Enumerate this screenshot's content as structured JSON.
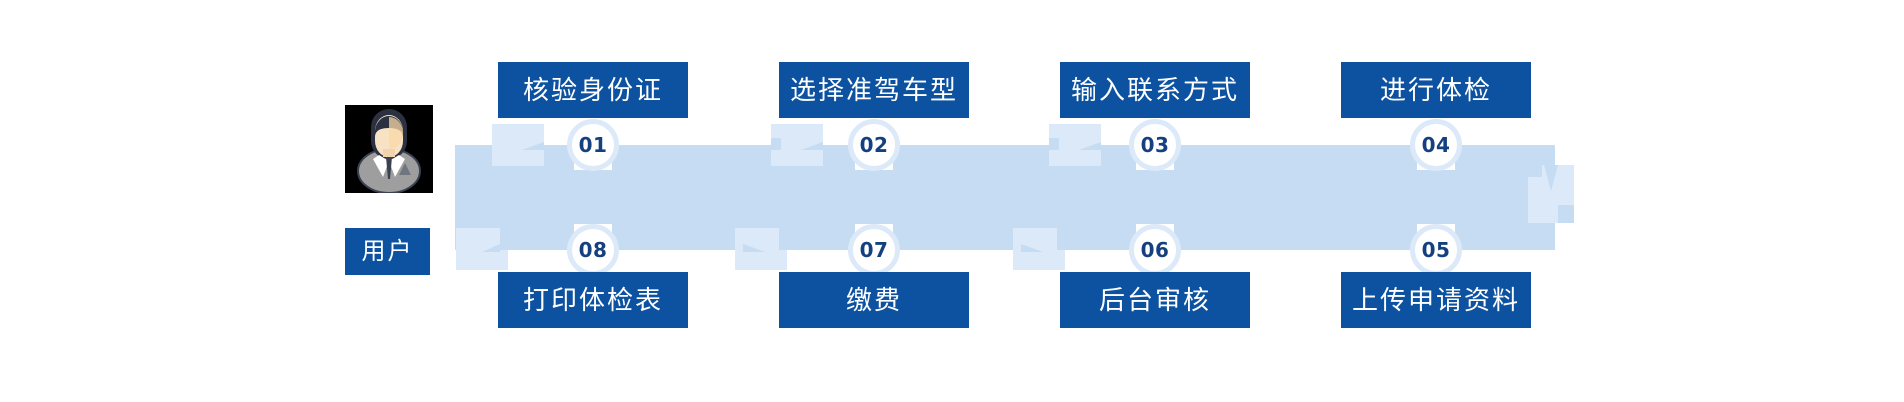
{
  "figure": {
    "kind": "process-flow-diagram",
    "actor": {
      "label": "用户",
      "icon": "user-avatar-icon"
    },
    "colors": {
      "chip_blue": "#0d52a0",
      "band_blue": "#c5dcf2",
      "deco_blue": "#dce9f8",
      "number_blue": "#15407f",
      "background": "#ffffff"
    },
    "steps_top": [
      {
        "number": "01",
        "label": "核验身份证"
      },
      {
        "number": "02",
        "label": "选择准驾车型"
      },
      {
        "number": "03",
        "label": "输入联系方式"
      },
      {
        "number": "04",
        "label": "进行体检"
      }
    ],
    "steps_bottom": [
      {
        "number": "08",
        "label": "打印体检表"
      },
      {
        "number": "07",
        "label": "缴费"
      },
      {
        "number": "06",
        "label": "后台审核"
      },
      {
        "number": "05",
        "label": "上传申请资料"
      }
    ]
  }
}
